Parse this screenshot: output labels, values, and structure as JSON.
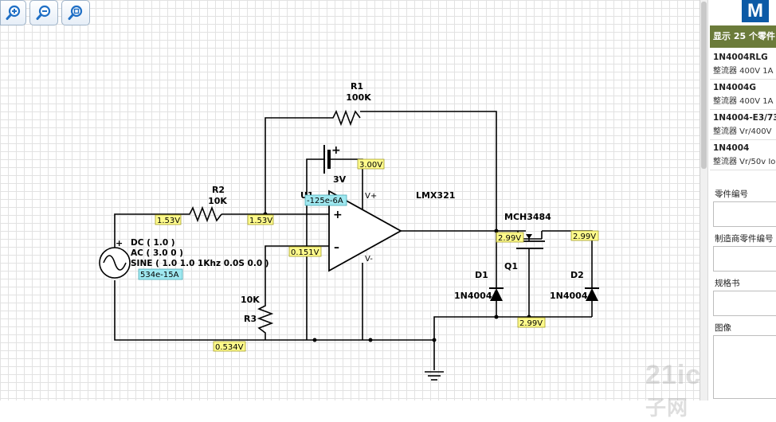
{
  "toolbar": {
    "buttons": [
      {
        "icon": "zoom-in-icon"
      },
      {
        "icon": "zoom-out-icon"
      },
      {
        "icon": "zoom-fit-icon"
      }
    ]
  },
  "schematic": {
    "components": {
      "r1": {
        "name": "R1",
        "value": "100K"
      },
      "r2": {
        "name": "R2",
        "value": "10K"
      },
      "r3": {
        "name": "R3",
        "value": "10K"
      },
      "battery": {
        "plus": "+",
        "value": "3V"
      },
      "opamp": {
        "name": "LMX321",
        "ref": "U1",
        "vplus": "V+",
        "vminus": "V-",
        "in_plus": "+",
        "in_minus": "–"
      },
      "source": {
        "plus": "+",
        "dc": "DC ( 1.0 )",
        "ac": "AC ( 3.0 0 )",
        "sine": "SINE ( 1.0 1.0 1Khz 0.0S 0.0 )"
      },
      "mosfet": {
        "name": "MCH3484",
        "ref": "Q1"
      },
      "d1": {
        "name": "D1",
        "value": "1N4004"
      },
      "d2": {
        "name": "D2",
        "value": "1N4004"
      }
    },
    "probes": {
      "v_r2_left": "1.53V",
      "v_r2_right": "1.53V",
      "v_supply": "3.00V",
      "i_opamp_in": "-125e-6A",
      "v_inverting": "0.151V",
      "i_source": "534e-15A",
      "v_ground": "0.534V",
      "v_drain": "2.99V",
      "v_d2": "2.99V",
      "v_source_node": "2.99V"
    },
    "colors": {
      "probe_v": "#fffb8c",
      "probe_i": "#9fe8f0",
      "wire": "#000000"
    }
  },
  "sidebar": {
    "logo": "M",
    "result_header": "显示 25 个零件",
    "parts": [
      {
        "number": "1N4004RLG",
        "desc": "整流器 400V 1A"
      },
      {
        "number": "1N4004G",
        "desc": "整流器 400V 1A"
      },
      {
        "number": "1N4004-E3/73",
        "desc": "整流器 Vr/400V"
      },
      {
        "number": "1N4004",
        "desc": "整流器 Vr/50v Io"
      }
    ],
    "details": [
      {
        "label": "零件编号"
      },
      {
        "label": "制造商零件编号"
      },
      {
        "label": "规格书"
      },
      {
        "label": "图像"
      }
    ],
    "accent": "#6b7b3a"
  },
  "watermark": {
    "text": "21ic",
    "cn": "中国电子网"
  }
}
